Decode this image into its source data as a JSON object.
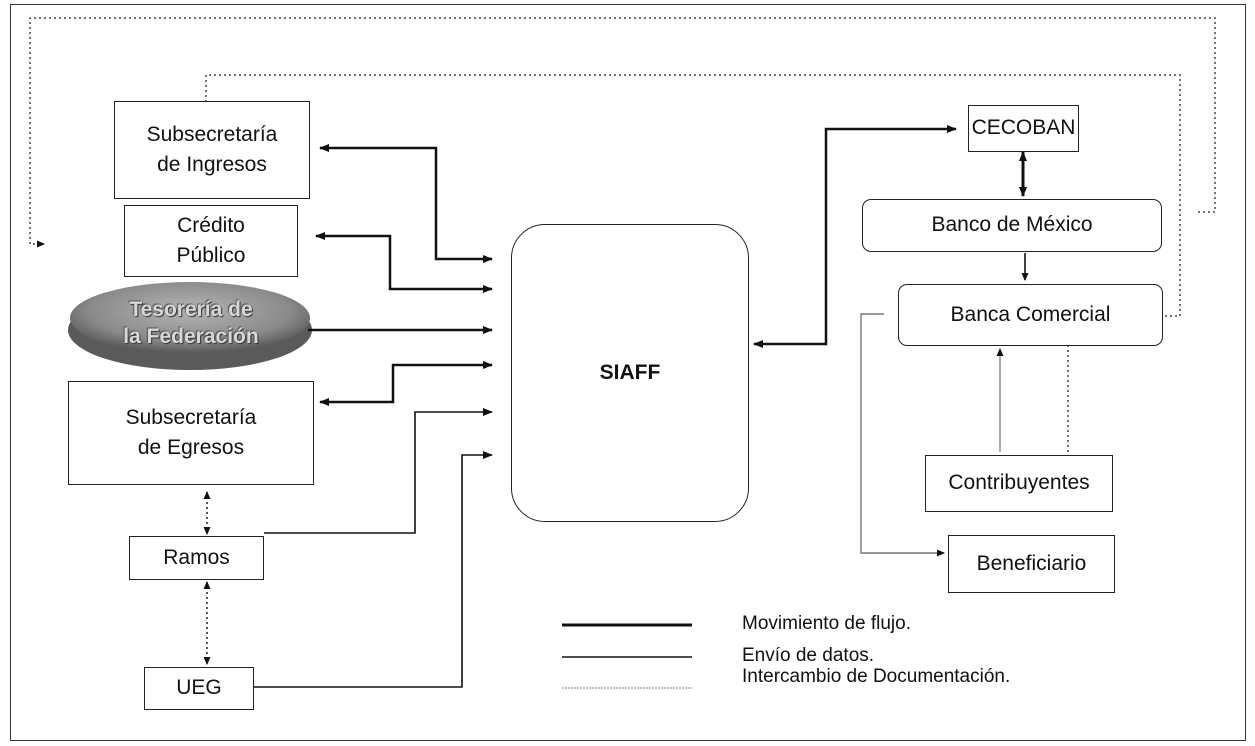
{
  "nodes": {
    "subsecretaria_ingresos": "Subsecretaría\nde Ingresos",
    "credito_publico": "Crédito\nPúblico",
    "tesoreria": "Tesorería de\nla Federación",
    "subsecretaria_egresos": "Subsecretaría\nde Egresos",
    "ramos": "Ramos",
    "ueg": "UEG",
    "siaff": "SIAFF",
    "cecoban": "CECOBAN",
    "banco_mexico": "Banco de México",
    "banca_comercial": "Banca Comercial",
    "contribuyentes": "Contribuyentes",
    "beneficiario": "Beneficiario"
  },
  "legend": [
    {
      "label": "Movimiento de flujo.",
      "style": "thick"
    },
    {
      "label": "Envío de datos.",
      "style": "thin"
    },
    {
      "label": "Intercambio de Documentación.",
      "style": "dotted"
    }
  ],
  "colors": {
    "line": "#111111",
    "document_exchange_line": "#888888",
    "tesoreria_fill": "#8a8a8a"
  }
}
